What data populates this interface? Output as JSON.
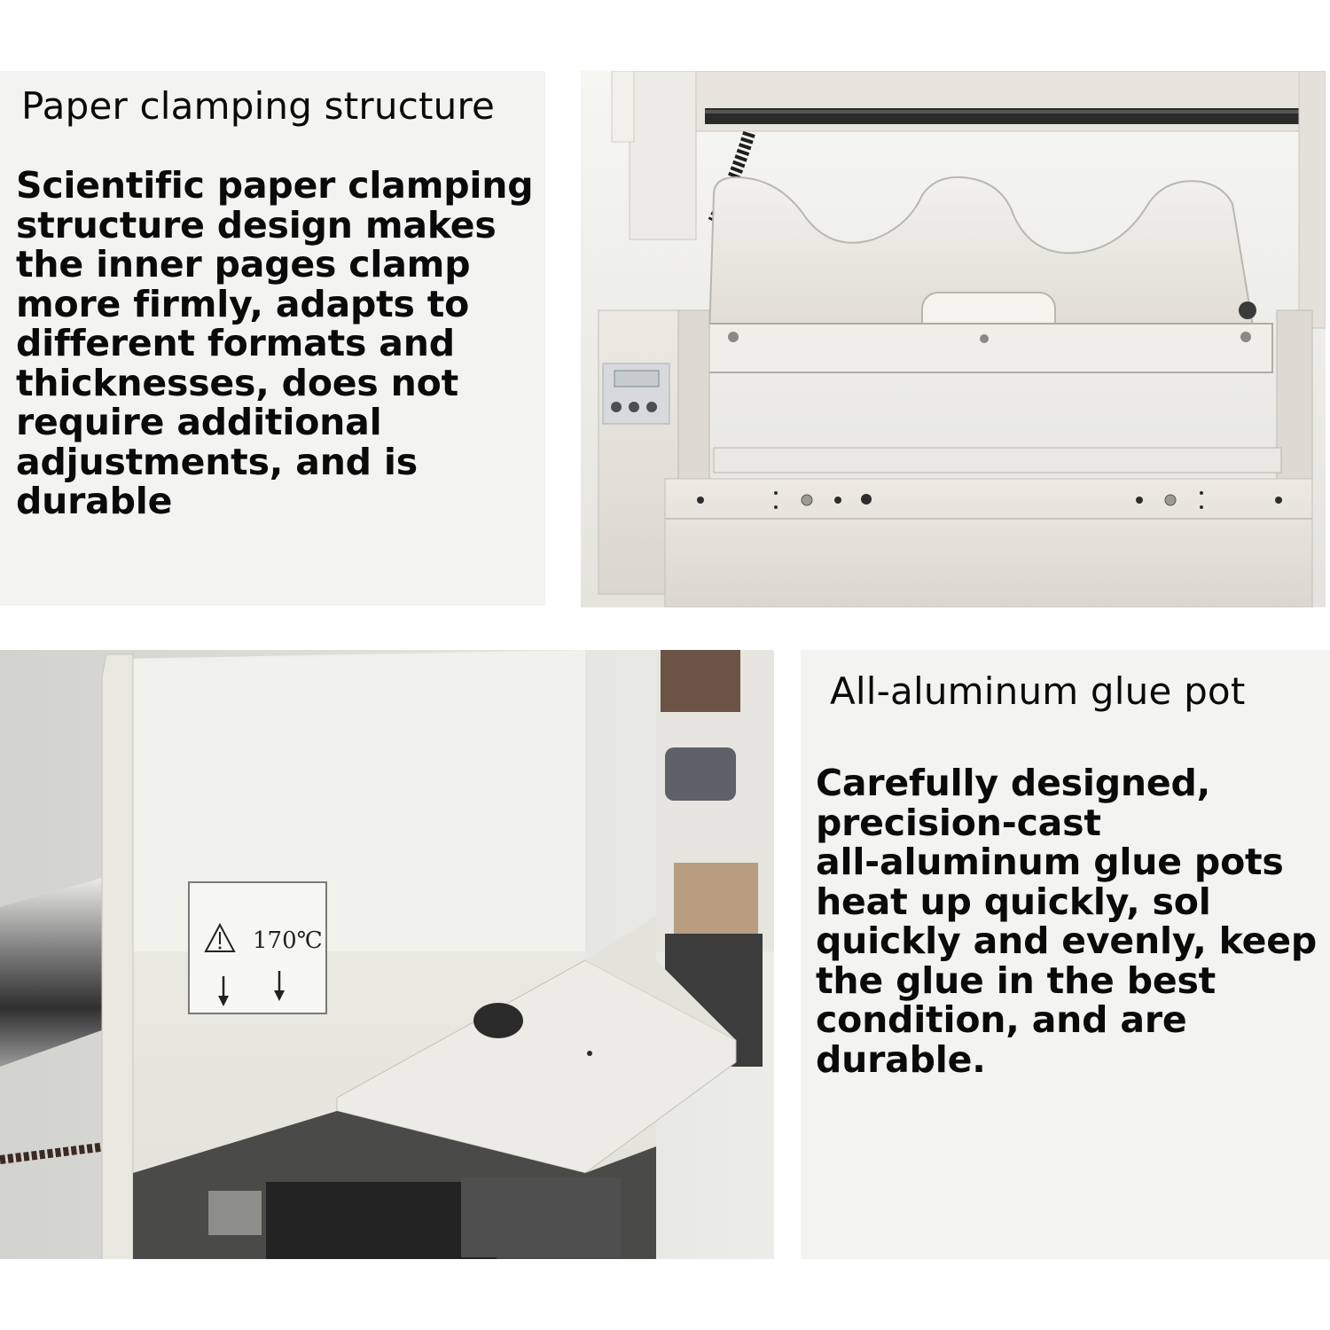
{
  "sections": {
    "clamping": {
      "title": "Paper clamping structure",
      "body": "Scientific paper clamping\nstructure design makes\nthe inner pages clamp\nmore firmly, adapts to\ndifferent formats and\nthicknesses, does not\nrequire additional\nadjustments, and is\ndurable"
    },
    "glue_pot": {
      "title": "All-aluminum glue pot",
      "body": "Carefully designed,\nprecision-cast\nall-aluminum glue pots\nheat up quickly, sol\nquickly and evenly, keep\nthe glue in the best\ncondition, and are\ndurable.",
      "label_temperature": "170℃"
    }
  },
  "colors": {
    "panel_bg": "#f3f3f1",
    "machine_body": "#e8e6dd",
    "text": "#0a0a0a"
  }
}
